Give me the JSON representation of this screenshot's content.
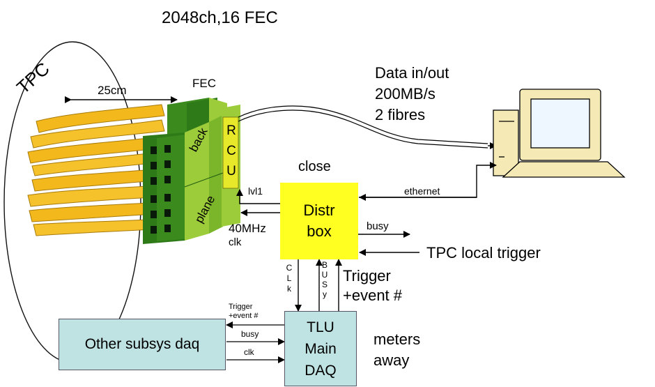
{
  "title": "2048ch,16 FEC",
  "tpc_label": "TPC",
  "dimension_label": "25cm",
  "fec_label": "FEC",
  "back_label": "back",
  "plane_label": "plane",
  "rcu_letters": [
    "R",
    "C",
    "U"
  ],
  "data_lines": [
    "Data in/out",
    "200MB/s",
    "2 fibres"
  ],
  "close_label": "close",
  "lvl1_label": "lvl1",
  "ethernet_label": "ethernet",
  "distr_box_lines": [
    "Distr",
    "box"
  ],
  "clk_40_lines": [
    "40MHz",
    "clk"
  ],
  "busy_label": "busy",
  "tpc_local_trigger": "TPC local trigger",
  "clk_vertical": [
    "C",
    "L",
    "k"
  ],
  "busy_vertical": [
    "B",
    "U",
    "S",
    "y"
  ],
  "trigger_event_lines": [
    "Trigger",
    "+event #"
  ],
  "small_trigger_lines": [
    "Trigger",
    "+event #"
  ],
  "small_busy": "busy",
  "small_clk": "clk",
  "other_subsys": "Other subsys daq",
  "tlu_lines": [
    "TLU",
    "Main",
    "DAQ"
  ],
  "meters_lines": [
    "meters",
    "away"
  ],
  "colors": {
    "distr_box": "#ffff22",
    "tlu_box": "#bfe2e2",
    "fec_green": "#3a8a1e",
    "fec_light": "#9ccc3a",
    "cable_yellow": "#f2b81c"
  }
}
